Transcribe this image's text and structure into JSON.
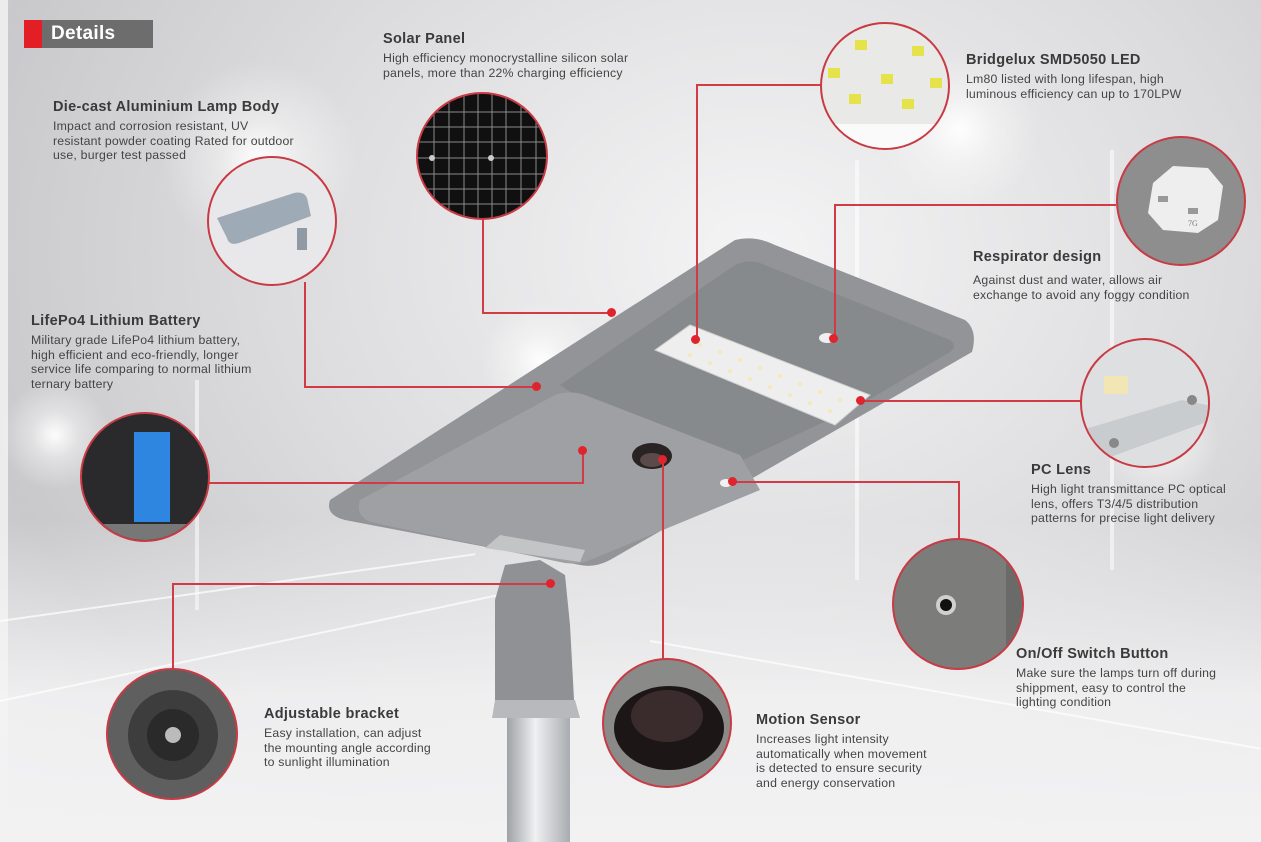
{
  "header": {
    "title": "Details"
  },
  "colors": {
    "accent_red": "#e31e24",
    "badge_gray": "#6d6d6d",
    "callout_line": "#d13b45"
  },
  "features": [
    {
      "id": "lamp-body",
      "title": "Die-cast Aluminium Lamp Body",
      "lines": [
        "Impact and corrosion resistant, UV",
        "resistant powder coating Rated for outdoor",
        "use, burger test passed"
      ]
    },
    {
      "id": "solar-panel",
      "title": "Solar Panel",
      "lines": [
        "High efficiency monocrystalline silicon solar",
        "panels, more than 22% charging efficiency"
      ]
    },
    {
      "id": "led",
      "title": "Bridgelux SMD5050 LED",
      "lines": [
        "Lm80 listed with long lifespan, high",
        "luminous efficiency can up to 170LPW"
      ]
    },
    {
      "id": "respirator",
      "title": "Respirator design",
      "lines": [
        "Against dust and water, allows air",
        "exchange to avoid any foggy condition"
      ]
    },
    {
      "id": "battery",
      "title": "LifePo4 Lithium Battery",
      "lines": [
        "Military grade LifePo4 lithium battery,",
        "high efficient and eco-friendly, longer",
        "service life comparing to normal lithium",
        "ternary battery"
      ]
    },
    {
      "id": "pc-lens",
      "title": "PC Lens",
      "lines": [
        "High light transmittance PC optical",
        "lens, offers T3/4/5 distribution",
        "patterns for precise light delivery"
      ]
    },
    {
      "id": "switch",
      "title": "On/Off Switch Button",
      "lines": [
        "Make sure the lamps turn off during",
        "shippment, easy to control the",
        "lighting condition"
      ]
    },
    {
      "id": "bracket",
      "title": "Adjustable bracket",
      "lines": [
        "Easy installation, can adjust",
        "the mounting angle according",
        "to sunlight illumination"
      ]
    },
    {
      "id": "motion",
      "title": "Motion Sensor",
      "lines": [
        "Increases light intensity",
        "automatically when movement",
        "is detected to ensure security",
        "and energy conservation"
      ]
    }
  ],
  "detail_images": {
    "respirator_label": "7G"
  }
}
